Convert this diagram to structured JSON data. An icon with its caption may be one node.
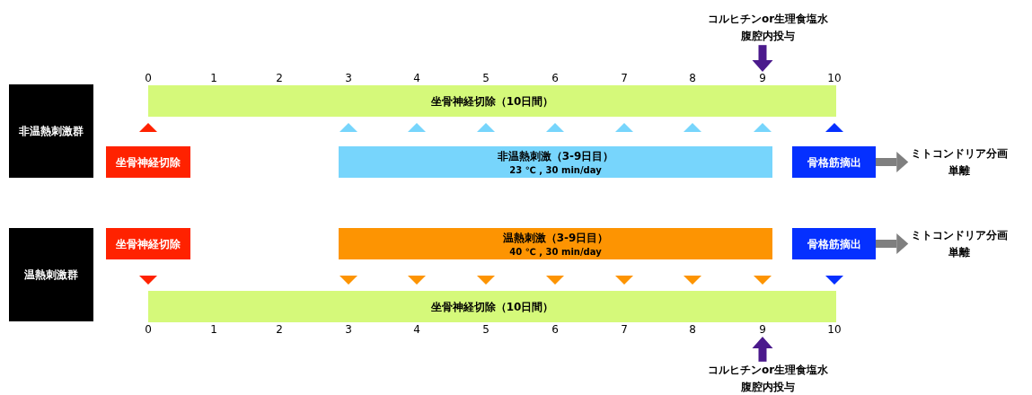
{
  "diagram": {
    "nodes": [
      {
        "text": [
          "コルヒチンor生理食塩水腹腔内投与"
        ]
      },
      {
        "text": [
          "9"
        ]
      },
      {
        "text": [
          "坐骨神経切除（10日間）"
        ]
      },
      {
        "text": [
          "非温熱刺激群"
        ]
      },
      {
        "text": [
          "坐骨神経切除"
        ]
      },
      {
        "text": [
          "非温熱刺激（3-9日目）",
          "23 ℃ , 30 min/day"
        ]
      },
      {
        "text": [
          "骨格筋摘出"
        ]
      },
      {
        "text": [
          "ミトコンドリア分画単離"
        ]
      },
      {
        "text": [
          "温熱刺激群"
        ]
      },
      {
        "text": [
          "坐骨神経切除"
        ]
      },
      {
        "text": [
          "温熱刺激（3-9日目）",
          "40 ℃ , 30 min/day"
        ]
      },
      {
        "text": [
          "骨格筋摘出"
        ]
      },
      {
        "text": [
          "ミトコンドリア分画単離"
        ]
      },
      {
        "text": [
          "坐骨神経切除（10日間）"
        ]
      },
      {
        "text": [
          "9"
        ]
      },
      {
        "text": [
          "コルヒチンor生理食塩水腹腔内投与"
        ]
      }
    ],
    "edges": [
      {
        "from": 0,
        "to": 1,
        "arrow": "to",
        "color": "#4b1a8c"
      },
      {
        "from": 6,
        "to": 7,
        "arrow": "to",
        "color": "#7f7f7f"
      },
      {
        "from": 11,
        "to": 12,
        "arrow": "to",
        "color": "#7f7f7f"
      },
      {
        "from": 15,
        "to": 14,
        "arrow": "to",
        "color": "#4b1a8c"
      }
    ],
    "labels": [
      "0",
      "1",
      "2",
      "3",
      "4",
      "5",
      "6",
      "7",
      "8",
      "10",
      "0",
      "1",
      "2",
      "3",
      "4",
      "5",
      "6",
      "7",
      "8",
      "10"
    ]
  }
}
